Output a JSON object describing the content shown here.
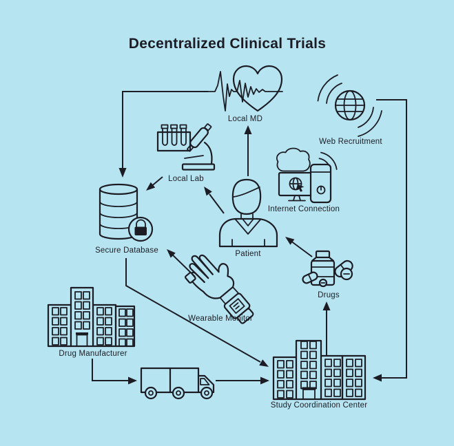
{
  "title": "Decentralized Clinical Trials",
  "colors": {
    "background": "#b7e4f1",
    "ink": "#1b1c24"
  },
  "nodes": {
    "local_md": {
      "label": "Local MD",
      "icon": "heart-ekg-icon"
    },
    "web_recruitment": {
      "label": "Web Recruitment",
      "icon": "globe-signal-icon"
    },
    "local_lab": {
      "label": "Local Lab",
      "icon": "test-tubes-microscope-icon"
    },
    "internet_connection": {
      "label": "Internet Connection",
      "icon": "cloud-computer-phone-icon"
    },
    "secure_database": {
      "label": "Secure Database",
      "icon": "database-lock-icon"
    },
    "patient": {
      "label": "Patient",
      "icon": "person-icon"
    },
    "drugs": {
      "label": "Drugs",
      "icon": "pill-bottle-icon"
    },
    "wearable_monitor": {
      "label": "Wearable Monitor",
      "icon": "hand-smartwatch-icon"
    },
    "drug_manufacturer": {
      "label": "Drug Manufacturer",
      "icon": "buildings-icon"
    },
    "study_coordination_center": {
      "label": "Study Coordination Center",
      "icon": "buildings-icon"
    },
    "delivery_truck": {
      "icon": "truck-icon"
    }
  },
  "connections": [
    {
      "from": "local_md",
      "to": "secure_database"
    },
    {
      "from": "patient",
      "to": "local_md"
    },
    {
      "from": "patient",
      "to": "local_lab"
    },
    {
      "from": "local_lab",
      "to": "secure_database"
    },
    {
      "from": "wearable_monitor",
      "to": "secure_database"
    },
    {
      "from": "drugs",
      "to": "patient"
    },
    {
      "from": "secure_database",
      "to": "study_coordination_center"
    },
    {
      "from": "drug_manufacturer",
      "to": "delivery_truck"
    },
    {
      "from": "delivery_truck",
      "to": "study_coordination_center"
    },
    {
      "from": "study_coordination_center",
      "to": "drugs"
    },
    {
      "from": "web_recruitment",
      "to": "study_coordination_center"
    }
  ]
}
